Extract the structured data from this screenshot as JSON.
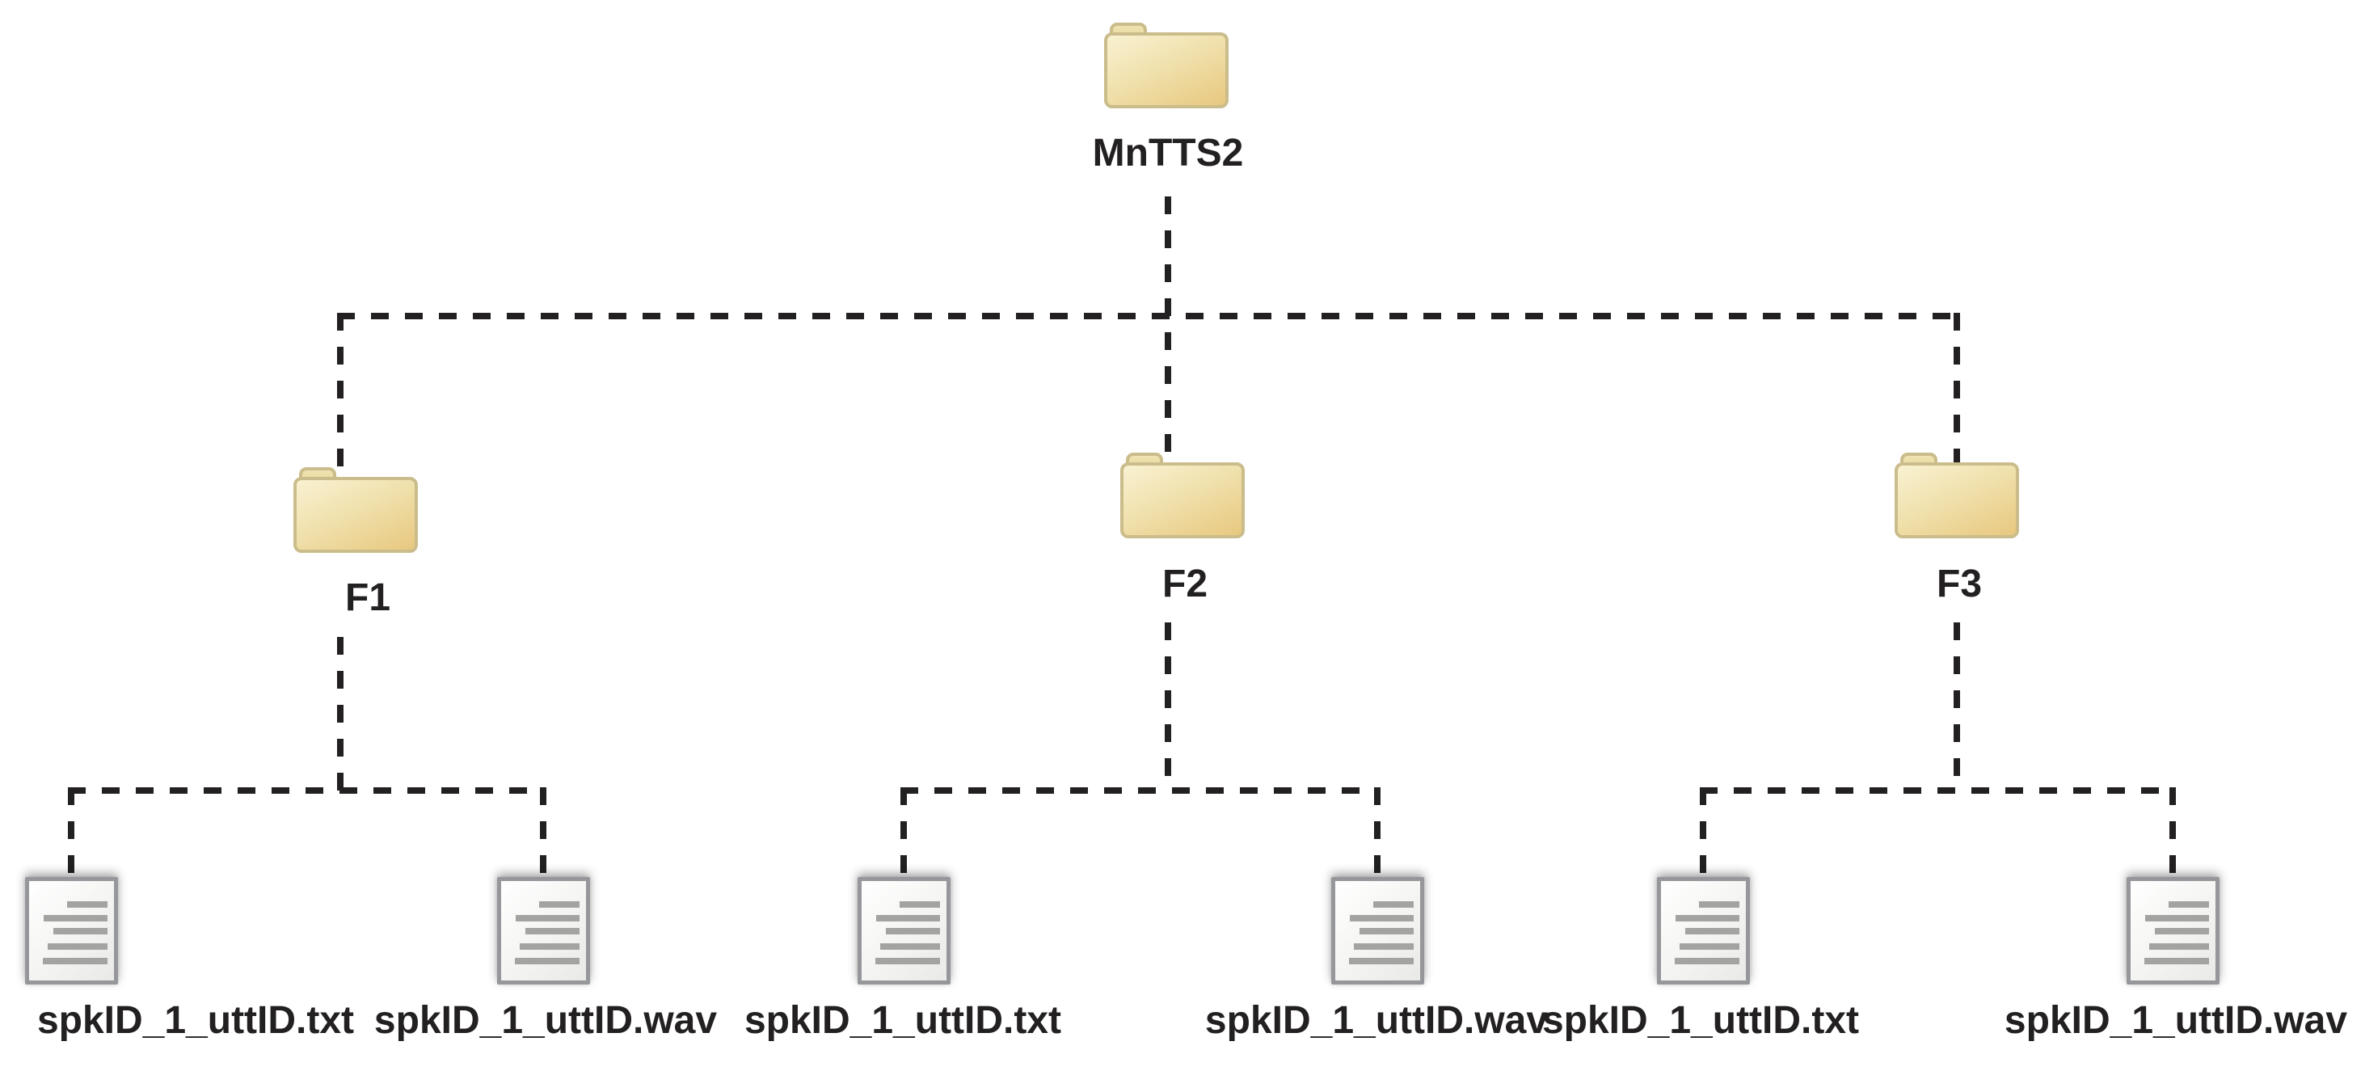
{
  "diagram": {
    "root": {
      "label": "MnTTS2",
      "icon": "folder-icon"
    },
    "folders": [
      {
        "label": "F1",
        "icon": "folder-icon",
        "children": [
          {
            "name": "spkID_1_uttID.txt",
            "icon": "document-icon"
          },
          {
            "name": "spkID_1_uttID.wav",
            "icon": "document-icon"
          }
        ]
      },
      {
        "label": "F2",
        "icon": "folder-icon",
        "children": [
          {
            "name": "spkID_1_uttID.txt",
            "icon": "document-icon"
          },
          {
            "name": "spkID_1_uttID.wav",
            "icon": "document-icon"
          }
        ]
      },
      {
        "label": "F3",
        "icon": "folder-icon",
        "children": [
          {
            "name": "spkID_1_uttID.txt",
            "icon": "document-icon"
          },
          {
            "name": "spkID_1_uttID.wav",
            "icon": "document-icon"
          }
        ]
      }
    ],
    "connector_style": "dashed",
    "colors": {
      "background": "#ffffff",
      "connector": "#232021",
      "label_text": "#232021",
      "folder_fill_light": "#f9f1d2",
      "folder_fill_dark": "#e8c87f",
      "folder_border": "#cbbd8b",
      "file_fill": "#ffffff",
      "file_border": "#96979a",
      "file_text_line": "#a3a3a1"
    }
  }
}
